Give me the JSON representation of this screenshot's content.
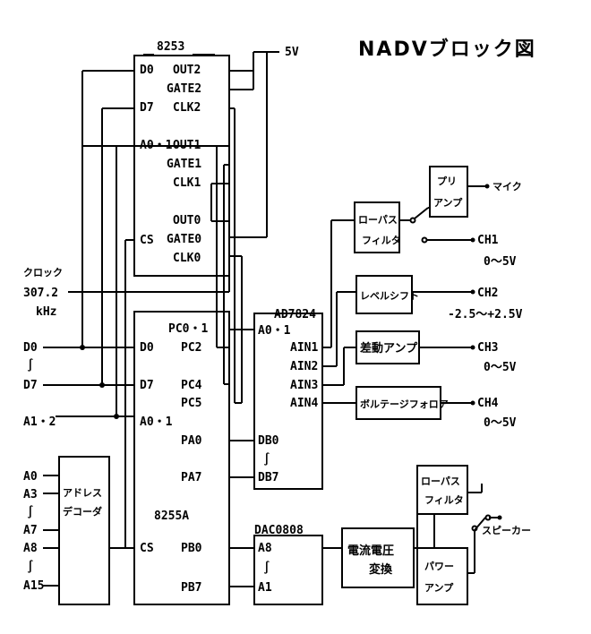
{
  "title": "NADVブロック図",
  "power": "5V",
  "chips": {
    "timer": {
      "name": "8253",
      "pins_left": [
        "D0",
        "D7",
        "A0・1",
        "CS"
      ],
      "pins_right": [
        "OUT2",
        "GATE2",
        "CLK2",
        "OUT1",
        "GATE1",
        "CLK1",
        "OUT0",
        "GATE0",
        "CLK0"
      ]
    },
    "ppi": {
      "name": "8255A",
      "pins_left": [
        "D0",
        "D7",
        "A0・1",
        "CS"
      ],
      "pins_right": [
        "PC0・1",
        "PC2",
        "PC4",
        "PC5",
        "PA0",
        "PA7",
        "PB0",
        "PB7"
      ]
    },
    "adc": {
      "name": "AD7824",
      "pins_left": [
        "A0・1",
        "DB0",
        "DB7"
      ],
      "pins_right": [
        "AIN1",
        "AIN2",
        "AIN3",
        "AIN4"
      ]
    },
    "dac": {
      "name": "DAC0808",
      "pins_left": [
        "A8",
        "A1"
      ]
    }
  },
  "clock": {
    "label": "クロック",
    "freq": "307.2",
    "unit": "kHz"
  },
  "bus": {
    "d0": "D0",
    "d7": "D7",
    "a12": "A1・2"
  },
  "address": {
    "pins": [
      "A0",
      "A3",
      "A7",
      "A8",
      "A15"
    ],
    "decoder": [
      "アドレス",
      "デコーダ"
    ]
  },
  "blocks": {
    "lpf1": [
      "ローパス",
      "フィルタ"
    ],
    "preamp": [
      "プリ",
      "アンプ"
    ],
    "level_shift": "レベルシフト",
    "diff_amp": "差動アンプ",
    "volt_follower": "ボルテージフォロア",
    "iv_conv": [
      "電流電圧",
      "変換"
    ],
    "lpf2": [
      "ローパス",
      "フィルタ"
    ],
    "power_amp": [
      "パワー",
      "アンプ"
    ]
  },
  "outputs": {
    "mic": "マイク",
    "ch1": "CH1",
    "ch1_range": "0〜5V",
    "ch2": "CH2",
    "ch2_range": "-2.5〜+2.5V",
    "ch3": "CH3",
    "ch3_range": "0〜5V",
    "ch4": "CH4",
    "ch4_range": "0〜5V",
    "speaker": "スピーカー"
  },
  "range_glyph": "∫"
}
